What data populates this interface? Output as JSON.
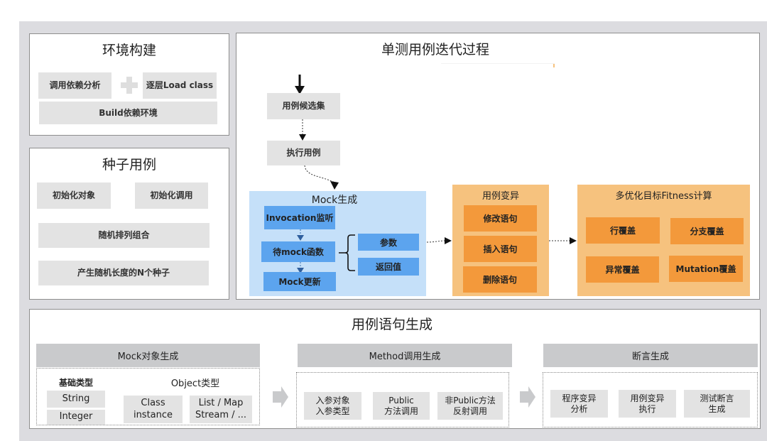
{
  "env_build": {
    "title": "环境构建",
    "call_dependency_analysis": "调用依赖分析",
    "plus_symbol": "+",
    "layered_load_class": "逐层Load class",
    "build_dependency_env": "Build依赖环境"
  },
  "seed_cases": {
    "title": "种子用例",
    "init_object": "初始化对象",
    "init_call": "初始化调用",
    "random_permutation": "随机排列组合",
    "generate_n_seeds": "产生随机长度的N个种子"
  },
  "iteration": {
    "title": "单测用例迭代过程",
    "candidate_set": "用例候选集",
    "execute_case": "执行用例",
    "mock_gen": {
      "title": "Mock生成",
      "invocation_listen": "Invocation监听",
      "to_mock_function": "待mock函数",
      "mock_update": "Mock更新",
      "params": "参数",
      "return_value": "返回值"
    },
    "mutation": {
      "title": "用例变异",
      "items": [
        "修改语句",
        "插入语句",
        "删除语句"
      ]
    },
    "fitness": {
      "title": "多优化目标Fitness计算",
      "items": [
        "行覆盖",
        "分支覆盖",
        "异常覆盖",
        "Mutation覆盖"
      ]
    }
  },
  "statement_gen": {
    "title": "用例语句生成",
    "mock_object": {
      "header": "Mock对象生成",
      "basic_types_label": "基础类型",
      "object_types_label": "Object类型",
      "string": "String",
      "integer": "Integer",
      "class_instance": [
        "Class",
        "instance"
      ],
      "collections": [
        "List / Map",
        "Stream / ..."
      ]
    },
    "method_call": {
      "header": "Method调用生成",
      "items": [
        [
          "入参对象",
          "入参类型"
        ],
        [
          "Public",
          "方法调用"
        ],
        [
          "非Public方法",
          "反射调用"
        ]
      ]
    },
    "assertion": {
      "header": "断言生成",
      "items": [
        [
          "程序变异",
          "分析"
        ],
        [
          "用例变异",
          "执行"
        ],
        [
          "测试断言",
          "生成"
        ]
      ]
    }
  },
  "colors": {
    "background": "#dcdce0",
    "blue_container": "#c5e0f9",
    "blue_box": "#5ca4ee",
    "orange_container": "#f6c27e",
    "orange_box": "#f3993b",
    "gray_box": "#e3e3e3",
    "header_bar": "#c9cacc"
  }
}
